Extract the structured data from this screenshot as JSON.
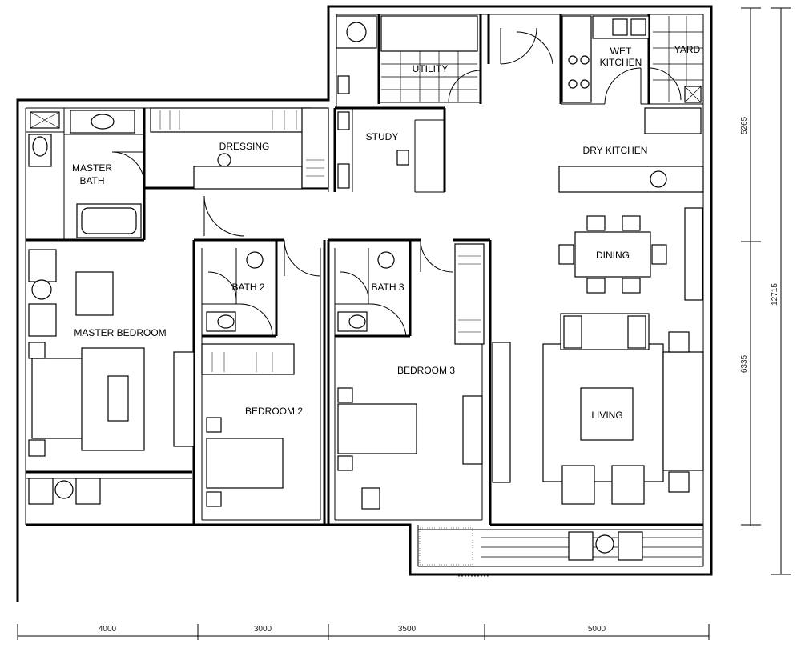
{
  "rooms": {
    "master_bath": [
      "MASTER",
      "BATH"
    ],
    "dressing": "DRESSING",
    "study": "STUDY",
    "utility": "UTILITY",
    "wet_kitchen": [
      "WET",
      "KITCHEN"
    ],
    "yard": "YARD",
    "dry_kitchen": "DRY KITCHEN",
    "dining": "DINING",
    "living": "LIVING",
    "master_bedroom": "MASTER BEDROOM",
    "bath_2": "BATH 2",
    "bath_3": "BATH 3",
    "bedroom_2": "BEDROOM 2",
    "bedroom_3": "BEDROOM 3"
  },
  "dimensions": {
    "bottom": [
      "4000",
      "3000",
      "3500",
      "5000"
    ],
    "right": [
      "5265",
      "6335"
    ],
    "overall_right": "12715"
  }
}
